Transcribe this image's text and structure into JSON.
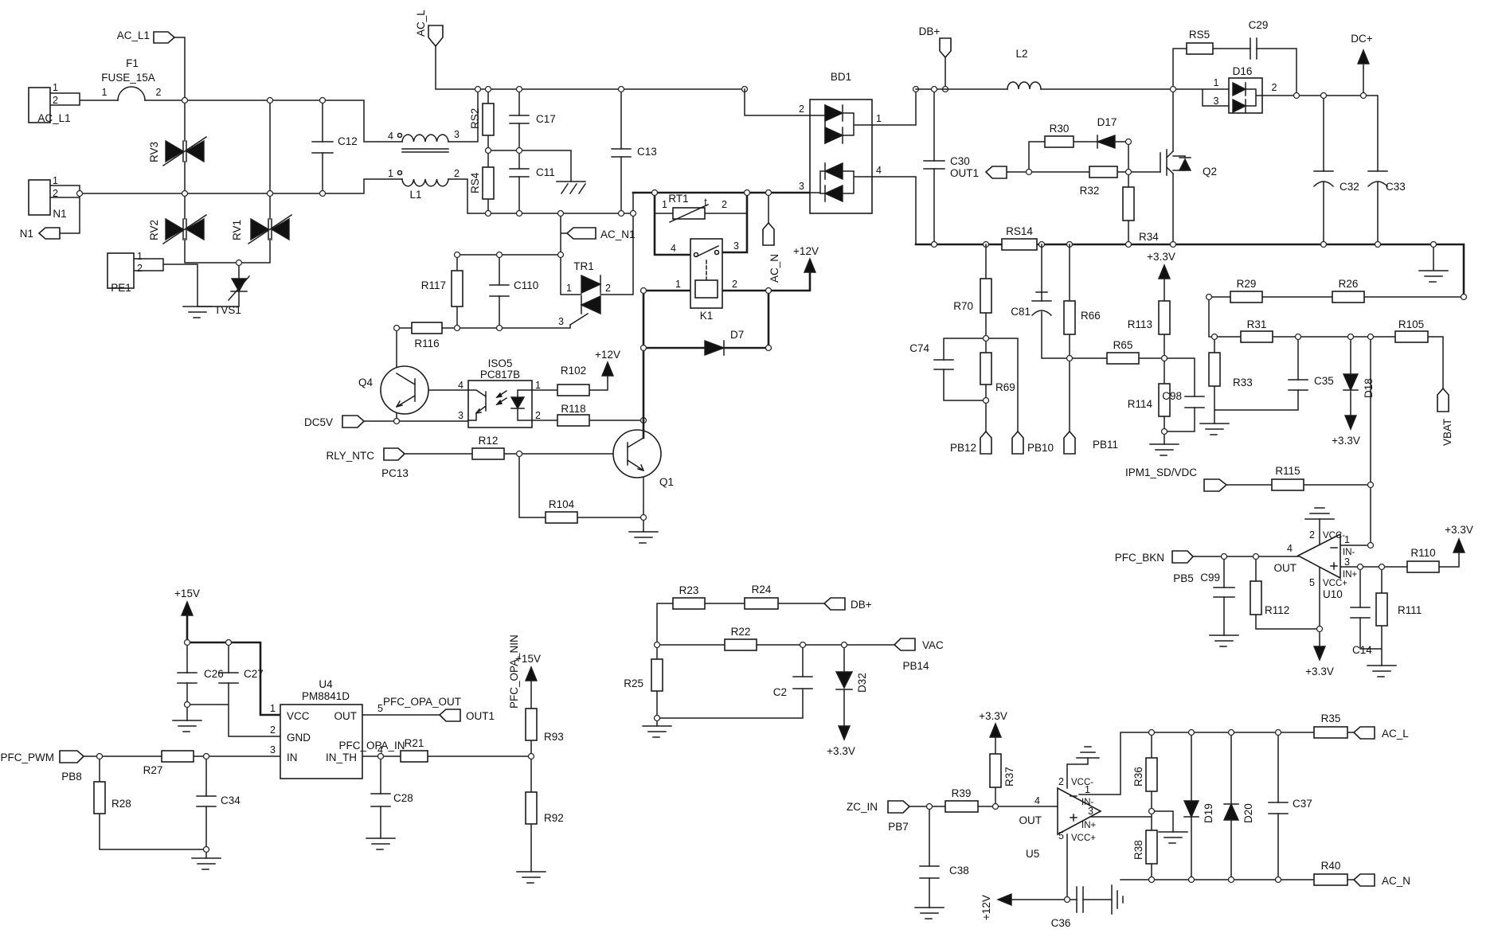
{
  "type": "power-supply-schematic",
  "refs": {
    "f1": "F1",
    "fuse": "FUSE_15A",
    "rv1": "RV1",
    "rv2": "RV2",
    "rv3": "RV3",
    "tvs1": "TVS1",
    "c12": "C12",
    "conn_acl1": "AC_L1",
    "conn_n1": "N1",
    "conn_pe1": "PE1",
    "l1": "L1",
    "rs2": "RS2",
    "rs4": "RS4",
    "c17": "C17",
    "c11": "C11",
    "c13": "C13",
    "r117": "R117",
    "c110": "C110",
    "tr1": "TR1",
    "r116": "R116",
    "q4": "Q4",
    "iso5": "ISO5",
    "pc817b": "PC817B",
    "r102": "R102",
    "r118": "R118",
    "r12": "R12",
    "r104": "R104",
    "q1": "Q1",
    "rt1": "RT1",
    "rt1_t": "t",
    "k1": "K1",
    "d7": "D7",
    "bd1": "BD1",
    "c30": "C30",
    "l2": "L2",
    "rs5": "RS5",
    "c29": "C29",
    "d16": "D16",
    "r30": "R30",
    "d17": "D17",
    "r32": "R32",
    "q2": "Q2",
    "r34": "R34",
    "c32": "C32",
    "c33": "C33",
    "rs14": "RS14",
    "r70": "R70",
    "c74": "C74",
    "r69": "R69",
    "c81": "C81",
    "r66": "R66",
    "r65": "R65",
    "r113": "R113",
    "r114": "R114",
    "c98": "C98",
    "r29": "R29",
    "r26": "R26",
    "r31": "R31",
    "r105": "R105",
    "r33": "R33",
    "c35": "C35",
    "d18": "D18",
    "r115": "R115",
    "c99": "C99",
    "r112": "R112",
    "u10": "U10",
    "r110": "R110",
    "r111": "R111",
    "c14": "C14",
    "c26": "C26",
    "c27": "C27",
    "u4": "U4",
    "u4_part": "PM8841D",
    "r27": "R27",
    "r28": "R28",
    "c34": "C34",
    "r21": "R21",
    "c28": "C28",
    "r93": "R93",
    "r92": "R92",
    "r23": "R23",
    "r24": "R24",
    "r22": "R22",
    "r25": "R25",
    "c2": "C2",
    "d32": "D32",
    "r39": "R39",
    "c38": "C38",
    "r37": "R37",
    "u5": "U5",
    "c36": "C36",
    "r36": "R36",
    "r38": "R38",
    "d19": "D19",
    "d20": "D20",
    "c37": "C37",
    "r35": "R35",
    "r40": "R40"
  },
  "nets": {
    "ac_l1": "AC_L1",
    "ac_l": "AC_L",
    "n1": "N1",
    "ac_n1": "AC_N1",
    "ac_n": "AC_N",
    "dc5v": "DC5V",
    "rly_ntc": "RLY_NTC",
    "pc13": "PC13",
    "db_plus": "DB+",
    "out1": "OUT1",
    "dc_plus": "DC+",
    "vbat": "VBAT",
    "ipm1": "IPM1_SD/VDC",
    "pb5": "PB5",
    "pb7": "PB7",
    "pb8": "PB8",
    "pb10": "PB10",
    "pb11": "PB11",
    "pb12": "PB12",
    "pb14": "PB14",
    "pfc_bkn": "PFC_BKN",
    "pfc_pwm": "PFC_PWM",
    "pfc_opa_out": "PFC_OPA_OUT",
    "pfc_opa_in": "PFC_OPA_IN",
    "pfc_opa_nin": "PFC_OPA_NIN",
    "vac": "VAC",
    "zc_in": "ZC_IN",
    "v33": "+3.3V",
    "v12": "+12V",
    "v15": "+15V"
  },
  "pins": {
    "p1": "1",
    "p2": "2",
    "p3": "3",
    "p4": "4",
    "p5": "5"
  },
  "ic": {
    "vcc": "VCC",
    "gnd": "GND",
    "in": "IN",
    "out": "OUT",
    "in_th": "IN_TH",
    "vcc_minus": "VCC-",
    "vcc_plus": "VCC+",
    "in_minus": "IN-",
    "in_plus": "IN+"
  }
}
